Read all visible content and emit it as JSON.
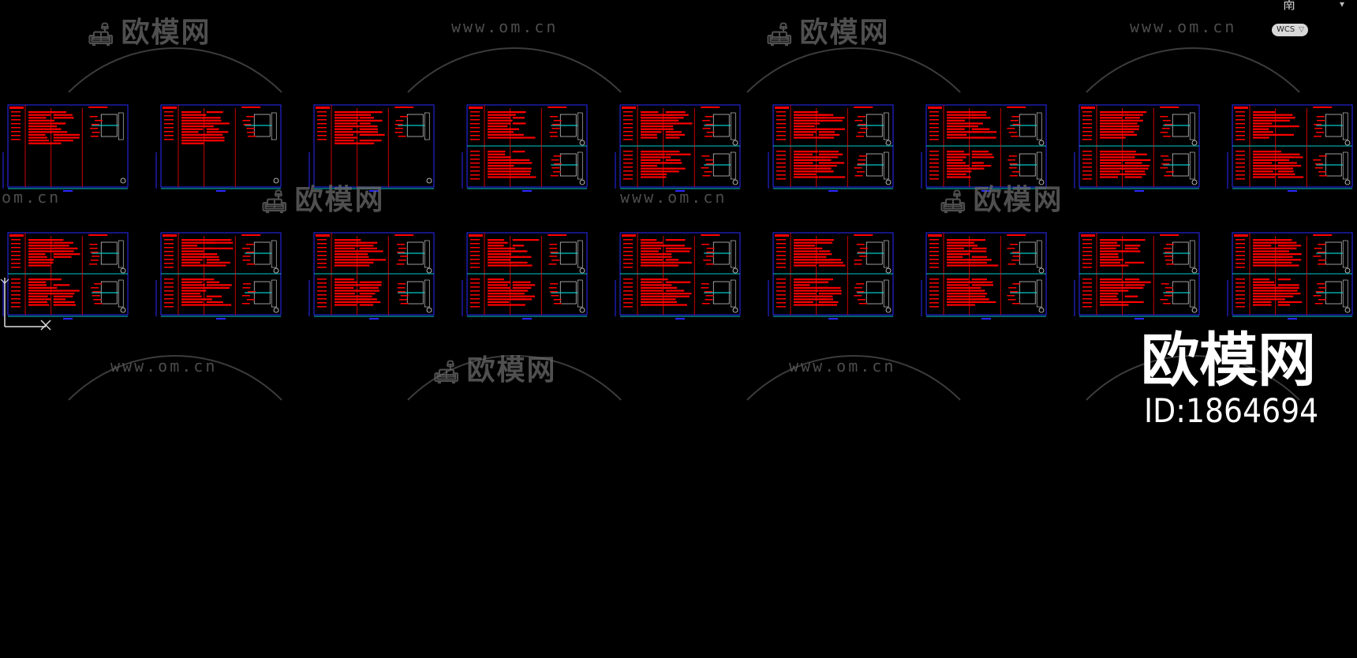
{
  "watermark": {
    "brand_text": "欧模网",
    "url_text": "www.om.cn",
    "url_partial_left": "om.cn"
  },
  "overlay": {
    "brand": "欧模网",
    "id_label": "ID:1864694"
  },
  "viewcube": {
    "compass_label": "南",
    "wcs_label": "WCS"
  },
  "drawing": {
    "sheet_rows": 2,
    "sheet_cols": 9,
    "colors": {
      "background": "#000000",
      "border": "#2a2aff",
      "grid": "#00c8c8",
      "text_blocks": "#ff0000",
      "detail": "#e0e0e0"
    }
  }
}
